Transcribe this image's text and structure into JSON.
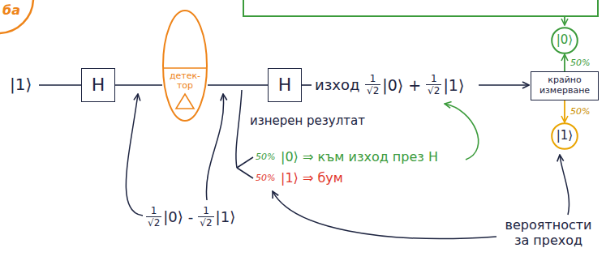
{
  "diagram": {
    "nodes": [
      {
        "text": [
          "ба"
        ]
      },
      {
        "text": [
          "H"
        ]
      },
      {
        "text": [
          "детек- тор"
        ]
      },
      {
        "text": [
          "H"
        ]
      },
      {
        "text": [
          "крайно измерване"
        ]
      },
      {
        "text": [
          "|0⟩"
        ]
      },
      {
        "text": [
          "|1⟩"
        ]
      }
    ],
    "edges": [
      {
        "from": 1,
        "to": 2,
        "arrow": "none"
      },
      {
        "from": 2,
        "to": 3,
        "arrow": "none"
      },
      {
        "from": 4,
        "to": 5,
        "arrow": "to",
        "label": "50%"
      },
      {
        "from": 4,
        "to": 6,
        "arrow": "to",
        "label": "50%"
      }
    ],
    "labels": [
      "|1⟩",
      "изход",
      "1",
      "√2",
      "|0⟩",
      "+",
      "1",
      "√2",
      "|1⟩",
      "изнерен резултат",
      "50%",
      "|0⟩ ⇒ към изход през H",
      "50%",
      "|1⟩ ⇒ бум",
      "1",
      "√2",
      "|0⟩",
      "-",
      "1",
      "√2",
      "|1⟩",
      "вероятности за преход"
    ]
  }
}
